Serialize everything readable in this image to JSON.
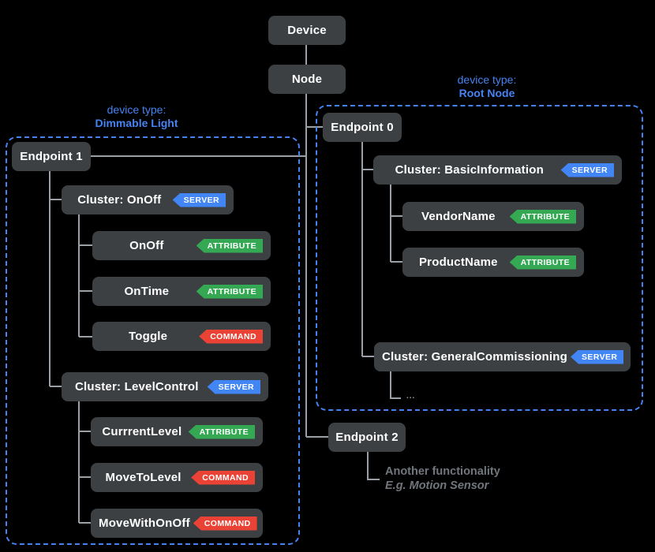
{
  "colors": {
    "background": "#000000",
    "node_box": "#3c4043",
    "node_text": "#ffffff",
    "connector": "#9aa0a6",
    "accent_blue": "#4683f2",
    "badge_server": "#4285f4",
    "badge_attribute": "#34a853",
    "badge_command": "#ea4335",
    "muted_text": "#71767d"
  },
  "root_chain": {
    "device": "Device",
    "node": "Node"
  },
  "endpoints": {
    "ep0": "Endpoint 0",
    "ep1": "Endpoint 1",
    "ep2": "Endpoint 2"
  },
  "groups": {
    "dimmable": {
      "type_label": "device type:",
      "type_name": "Dimmable Light"
    },
    "root": {
      "type_label": "device type:",
      "type_name": "Root Node"
    }
  },
  "left_tree": {
    "cluster_onoff": {
      "label": "Cluster: OnOff",
      "badge": "SERVER"
    },
    "onoff": {
      "label": "OnOff",
      "badge": "ATTRIBUTE"
    },
    "ontime": {
      "label": "OnTime",
      "badge": "ATTRIBUTE"
    },
    "toggle": {
      "label": "Toggle",
      "badge": "COMMAND"
    },
    "cluster_levelcontrol": {
      "label": "Cluster: LevelControl",
      "badge": "SERVER"
    },
    "currrentlevel": {
      "label": "CurrrentLevel",
      "badge": "ATTRIBUTE"
    },
    "movetolevel": {
      "label": "MoveToLevel",
      "badge": "COMMAND"
    },
    "movewithonoff": {
      "label": "MoveWithOnOff",
      "badge": "COMMAND"
    }
  },
  "right_tree": {
    "cluster_basicinfo": {
      "label": "Cluster: BasicInformation",
      "badge": "SERVER"
    },
    "vendorname": {
      "label": "VendorName",
      "badge": "ATTRIBUTE"
    },
    "productname": {
      "label": "ProductName",
      "badge": "ATTRIBUTE"
    },
    "cluster_generalcommissioning": {
      "label": "Cluster: GeneralCommissioning",
      "badge": "SERVER"
    },
    "ellipsis": "..."
  },
  "annotations": {
    "ep2_line1": "Another functionality",
    "ep2_line2": "E.g. Motion Sensor"
  }
}
